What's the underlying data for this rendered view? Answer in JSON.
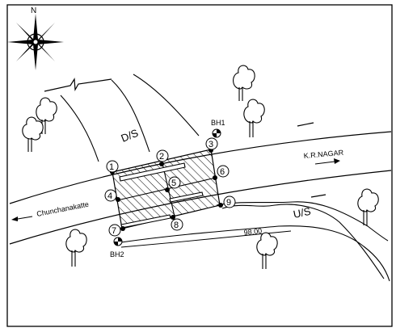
{
  "compass": {
    "label": "N"
  },
  "labels": {
    "downstream": "D/S",
    "upstream": "U/S",
    "road_left": "Chunchanakatte",
    "road_right": "K.R.NAGAR",
    "contour": "98.00"
  },
  "boreholes": [
    {
      "id": "bh1",
      "label": "BH1"
    },
    {
      "id": "bh2",
      "label": "BH2"
    }
  ],
  "points": [
    {
      "n": "1"
    },
    {
      "n": "2"
    },
    {
      "n": "3"
    },
    {
      "n": "4"
    },
    {
      "n": "5"
    },
    {
      "n": "6"
    },
    {
      "n": "7"
    },
    {
      "n": "8"
    },
    {
      "n": "9"
    }
  ]
}
